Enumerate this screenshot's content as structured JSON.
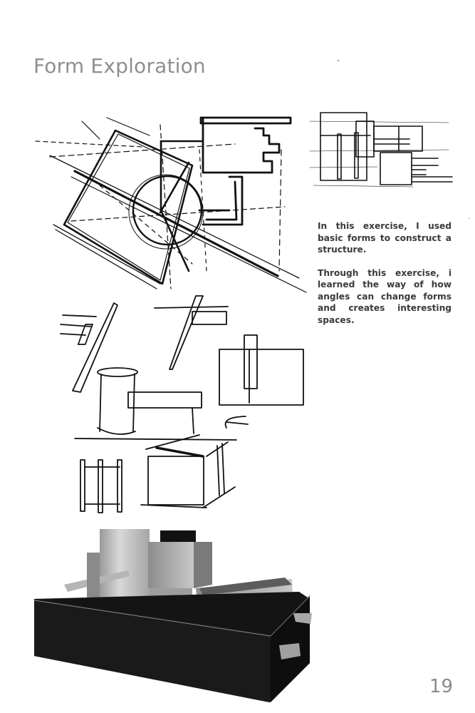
{
  "page": {
    "title": "Form Exploration",
    "page_number": "19"
  },
  "description": {
    "paragraphs": [
      "In this exercise, I used basic forms to construct a structure.",
      "Through this exercise, i learned the way of how angles can change forms and creates interesting spaces."
    ]
  },
  "figures": [
    {
      "id": "plan-sketch",
      "kind": "hand-drawn plan sketch with rotated square and circle"
    },
    {
      "id": "elevation-sketch",
      "kind": "hand-drawn elevation sketch of stacked boxes"
    },
    {
      "id": "form-study-sketches",
      "kind": "hand-drawn axonometric form study sketches"
    },
    {
      "id": "physical-model-photo",
      "kind": "photo of black base physical model with grey volumes"
    }
  ],
  "colors": {
    "title": "#8f8f8f",
    "body_text": "#3a3a3a",
    "page_number": "#8a8a8a",
    "ink": "#111111",
    "model_base": "#141414",
    "model_volume": "#c9c9c9"
  }
}
